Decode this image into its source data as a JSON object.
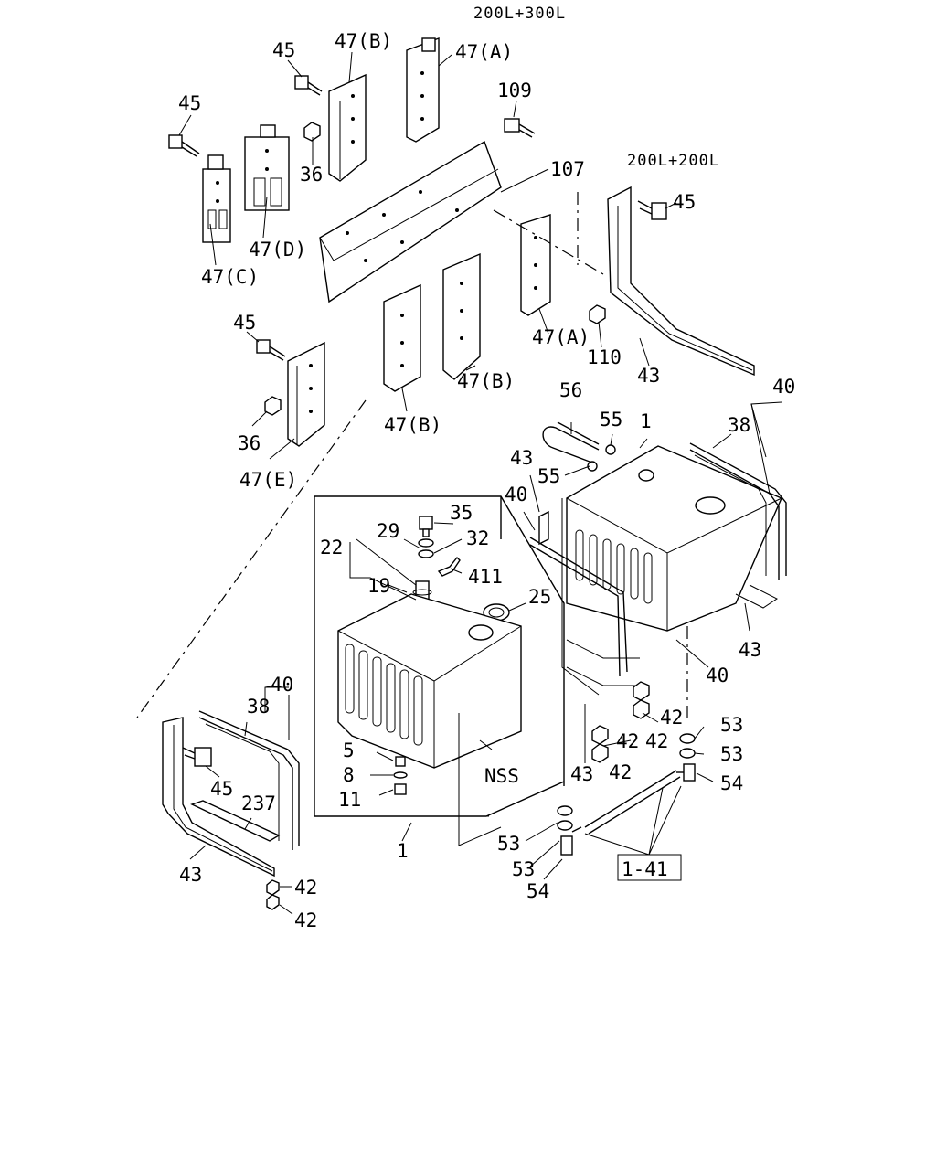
{
  "headers": {
    "variant_a": "200L+300L",
    "variant_b": "200L+200L"
  },
  "labels": {
    "l45_a": "45",
    "l47b_top": "47(B)",
    "l47a_top": "47(A)",
    "l109": "109",
    "l45_b": "45",
    "l36_a": "36",
    "l47d": "47(D)",
    "l47c": "47(C)",
    "l107": "107",
    "l45_c": "45",
    "l47a_mid": "47(A)",
    "l110": "110",
    "l43_a": "43",
    "l45_d": "45",
    "l36_b": "36",
    "l47e": "47(E)",
    "l47b_mid": "47(B)",
    "l47b_low": "47(B)",
    "l56": "56",
    "l55_a": "55",
    "l1_a": "1",
    "l38_a": "38",
    "l40_a": "40",
    "l43_b": "43",
    "l55_b": "55",
    "l40_b": "40",
    "l35": "35",
    "l29": "29",
    "l32": "32",
    "l22": "22",
    "l411": "411",
    "l19": "19",
    "l25": "25",
    "l43_c": "43",
    "l40_c": "40",
    "l40_d": "40",
    "l38_b": "38",
    "l42_a": "42",
    "l53_a": "53",
    "l53_b": "53",
    "l5": "5",
    "l8": "8",
    "l11": "11",
    "lnss": "NSS",
    "l42_b": "42",
    "l42_c": "42",
    "l42_d": "42",
    "l43_d": "43",
    "l54_a": "54",
    "l45_e": "45",
    "l237": "237",
    "l1_b": "1",
    "l53_c": "53",
    "l53_d": "53",
    "l54_b": "54",
    "l141": "1-41",
    "l43_e": "43",
    "l42_e": "42",
    "l42_f": "42"
  }
}
